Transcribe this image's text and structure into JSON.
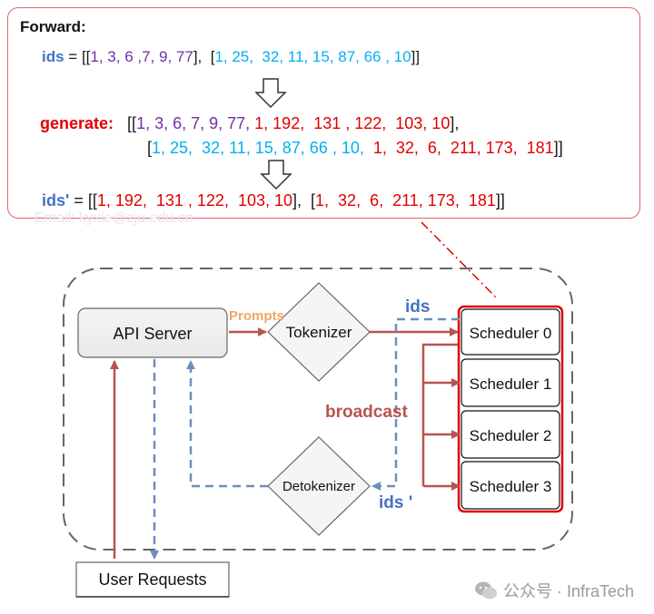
{
  "forward": {
    "title": "Forward:",
    "ids_label": "ids",
    "ids_eq": " = ",
    "ids_line": [
      {
        "t": "[[",
        "c": "#1a1a1a"
      },
      {
        "t": "1, 3, 6 ,7, 9, 77",
        "c": "#7030a0"
      },
      {
        "t": "],  ",
        "c": "#1a1a1a"
      },
      {
        "t": "[",
        "c": "#1a1a1a"
      },
      {
        "t": "1, 25,  32, 11, 15, 87, 66 , 10",
        "c": "#00b0f0"
      },
      {
        "t": "]]",
        "c": "#1a1a1a"
      }
    ],
    "generate_label": "generate:",
    "generate_line1": [
      {
        "t": "[[",
        "c": "#1a1a1a"
      },
      {
        "t": "1, 3, 6, 7, 9, 77,",
        "c": "#7030a0"
      },
      {
        "t": " 1, 192,  131 , 122,  103, 10",
        "c": "#e00000"
      },
      {
        "t": "],",
        "c": "#1a1a1a"
      }
    ],
    "generate_line2": [
      {
        "t": "[",
        "c": "#1a1a1a"
      },
      {
        "t": "1, 25,  32, 11, 15, 87, 66 , 10,",
        "c": "#00b0f0"
      },
      {
        "t": "  1,  32,  6,  211, 173,  181",
        "c": "#e00000"
      },
      {
        "t": "]]",
        "c": "#1a1a1a"
      }
    ],
    "ids_prime_label": "ids'",
    "ids_prime_eq": " = ",
    "ids_prime_line": [
      {
        "t": "[[",
        "c": "#1a1a1a"
      },
      {
        "t": "1, 192,  131 , 122,  103, 10",
        "c": "#e00000"
      },
      {
        "t": "],  [",
        "c": "#1a1a1a"
      },
      {
        "t": "1,  32,  6,  211, 173,  181",
        "c": "#e00000"
      },
      {
        "t": "]]",
        "c": "#1a1a1a"
      }
    ]
  },
  "watermark": "Email: kyxie@zju.edu.cn",
  "diagram": {
    "api_server": "API Server",
    "tokenizer": "Tokenizer",
    "detokenizer": "Detokenizer",
    "user_requests": "User Requests",
    "prompts": "Prompts",
    "ids": "ids",
    "ids_prime": "ids '",
    "broadcast": "broadcast",
    "schedulers": [
      "Scheduler 0",
      "Scheduler 1",
      "Scheduler 2",
      "Scheduler 3"
    ]
  },
  "colors": {
    "red_arrow": "#b85450",
    "blue_dash": "#6c8ebf",
    "scheduler_border": "#e00000",
    "prompts": "#f4a460",
    "label_blue": "#4472c4"
  },
  "credit": "公众号 · InfraTech"
}
